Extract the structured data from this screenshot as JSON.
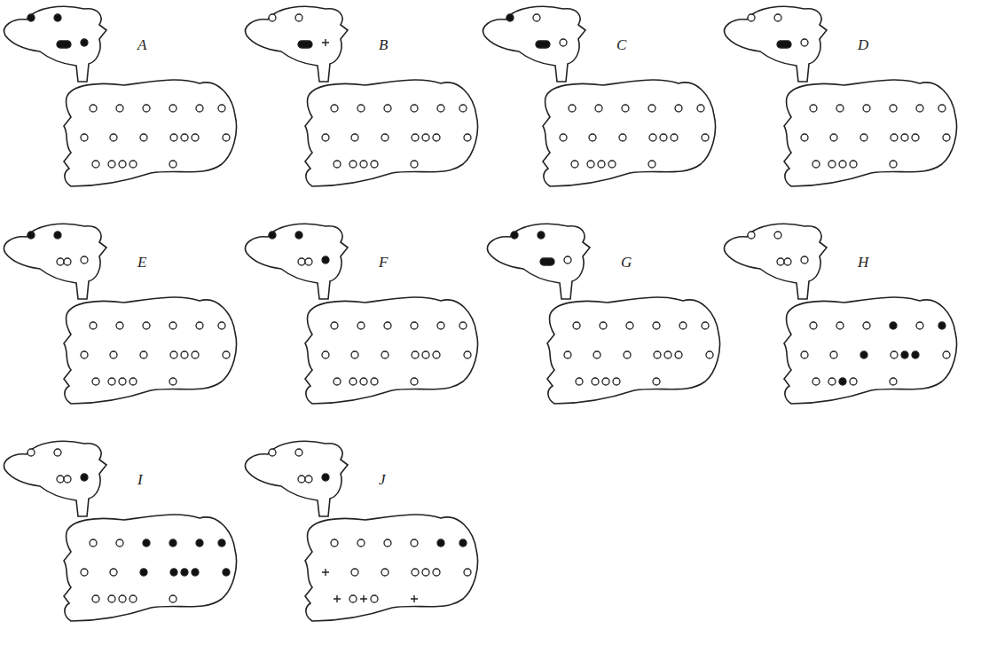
{
  "diagram": {
    "labels": [
      "A",
      "B",
      "C",
      "D",
      "E",
      "F",
      "G",
      "H",
      "I",
      "J"
    ]
  }
}
